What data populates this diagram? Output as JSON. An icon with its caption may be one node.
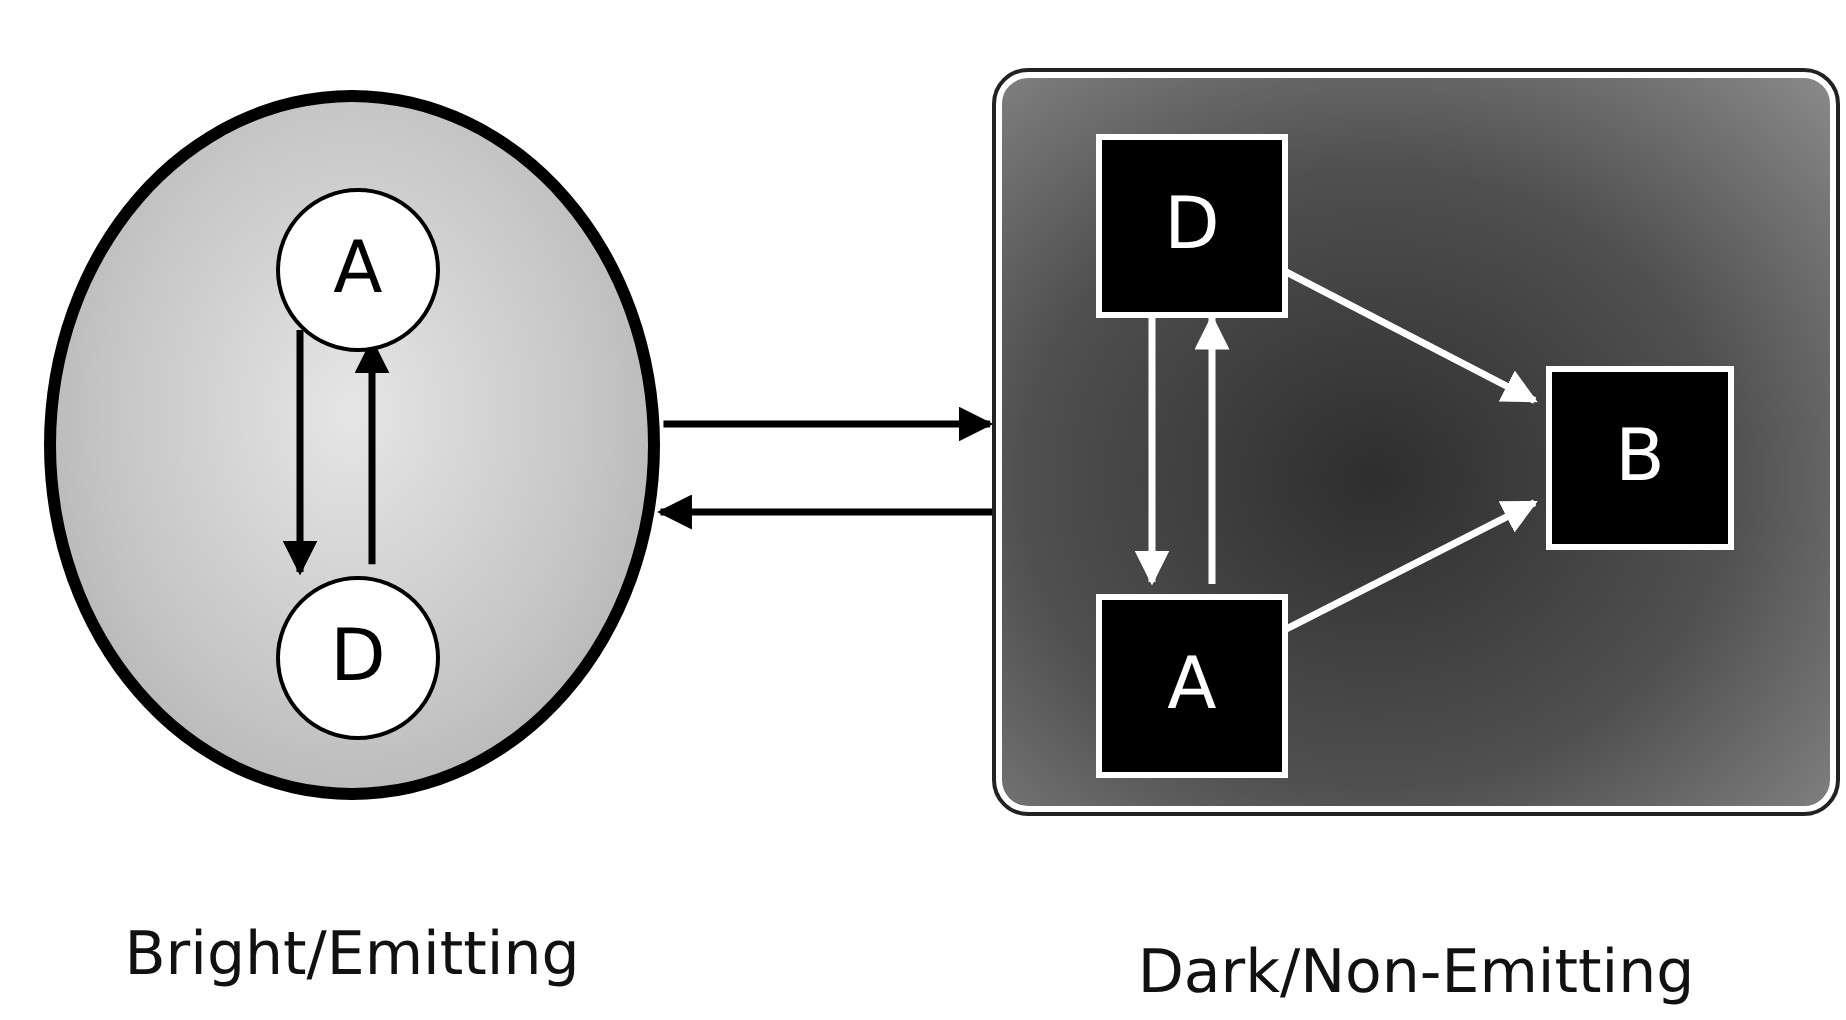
{
  "diagram": {
    "nodes": [
      {
        "text": [
          "Bright/Emitting"
        ]
      },
      {
        "text": [
          "A"
        ],
        "in": 0
      },
      {
        "text": [
          "D"
        ],
        "in": 0
      },
      {
        "text": [
          "Dark/Non-Emitting"
        ]
      },
      {
        "text": [
          "D"
        ],
        "in": 3
      },
      {
        "text": [
          "A"
        ],
        "in": 3
      },
      {
        "text": [
          "B"
        ],
        "in": 3
      }
    ],
    "edges": [
      {
        "from": 1,
        "to": 2,
        "arrow": "to"
      },
      {
        "from": 2,
        "to": 1,
        "arrow": "to"
      },
      {
        "from": 0,
        "to": 3,
        "arrow": "to"
      },
      {
        "from": 3,
        "to": 0,
        "arrow": "to"
      },
      {
        "from": 4,
        "to": 5,
        "arrow": "to",
        "color": "#ffffff"
      },
      {
        "from": 5,
        "to": 4,
        "arrow": "to",
        "color": "#ffffff"
      },
      {
        "from": 4,
        "to": 6,
        "arrow": "to",
        "color": "#ffffff"
      },
      {
        "from": 5,
        "to": 6,
        "arrow": "to",
        "color": "#ffffff"
      }
    ]
  }
}
